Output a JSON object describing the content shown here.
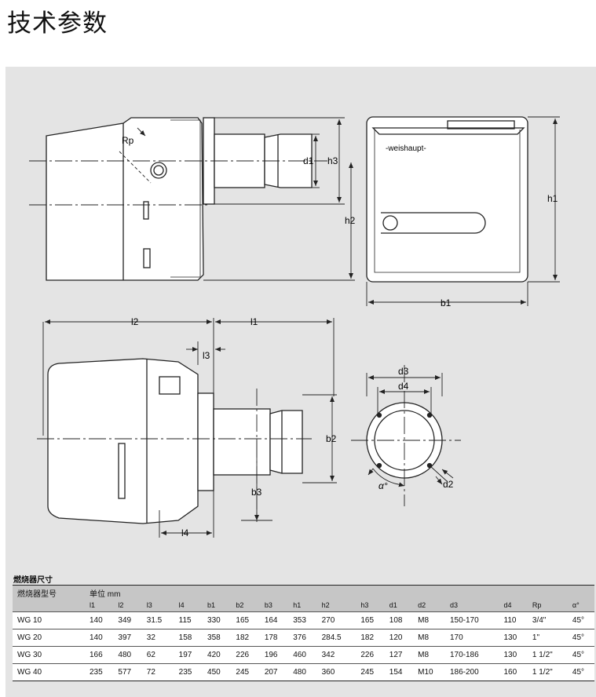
{
  "page_title": "技术参数",
  "drawing": {
    "labels": {
      "rp": "Rp",
      "d1": "d1",
      "h3": "h3",
      "h2": "h2",
      "h1": "h1",
      "b1": "b1",
      "brand": "-weishaupt-",
      "l2": "l2",
      "l1": "l1",
      "l3": "l3",
      "b2": "b2",
      "b3": "b3",
      "l4": "l4",
      "d3": "d3",
      "d4": "d4",
      "d2": "d2",
      "alpha": "α°"
    }
  },
  "table": {
    "caption": "燃烧器尺寸",
    "model_header": "燃烧器型号",
    "unit_header": "单位 mm",
    "columns": [
      "l1",
      "l2",
      "l3",
      "l4",
      "b1",
      "b2",
      "b3",
      "h1",
      "h2",
      "h3",
      "d1",
      "d2",
      "d3",
      "d4",
      "Rp",
      "α°"
    ],
    "rows": [
      {
        "model": "WG 10",
        "values": [
          "140",
          "349",
          "31.5",
          "115",
          "330",
          "165",
          "164",
          "353",
          "270",
          "165",
          "108",
          "M8",
          "150-170",
          "110",
          "3/4\"",
          "45°"
        ]
      },
      {
        "model": "WG 20",
        "values": [
          "140",
          "397",
          "32",
          "158",
          "358",
          "182",
          "178",
          "376",
          "284.5",
          "182",
          "120",
          "M8",
          "170",
          "130",
          "1\"",
          "45°"
        ]
      },
      {
        "model": "WG 30",
        "values": [
          "166",
          "480",
          "62",
          "197",
          "420",
          "226",
          "196",
          "460",
          "342",
          "226",
          "127",
          "M8",
          "170-186",
          "130",
          "1 1/2\"",
          "45°"
        ]
      },
      {
        "model": "WG 40",
        "values": [
          "235",
          "577",
          "72",
          "235",
          "450",
          "245",
          "207",
          "480",
          "360",
          "245",
          "154",
          "M10",
          "186-200",
          "160",
          "1 1/2\"",
          "45°"
        ]
      }
    ]
  }
}
